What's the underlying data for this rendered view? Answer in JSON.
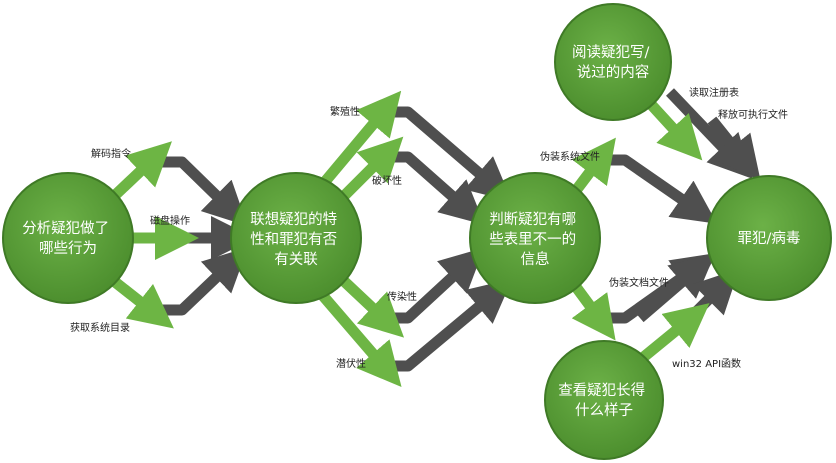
{
  "colors": {
    "circle_fill": "#5c9e3a",
    "circle_edge": "#3f7a26",
    "green_arrow": "#6db544",
    "dark_arrow": "#4f4f4f",
    "label_text": "#222222",
    "circle_text": "#ffffff"
  },
  "nodes": {
    "analyze": {
      "lines": [
        "分析疑犯做了",
        "哪些行为"
      ]
    },
    "associate": {
      "lines": [
        "联想疑犯的特",
        "性和罪犯有否",
        "有关联"
      ]
    },
    "judge": {
      "lines": [
        "判断疑犯有哪",
        "些表里不一的",
        "信息"
      ]
    },
    "read": {
      "lines": [
        "阅读疑犯写/",
        "说过的内容"
      ]
    },
    "look": {
      "lines": [
        "查看疑犯长得",
        "什么样子"
      ]
    },
    "criminal": {
      "lines": [
        "罪犯/病毒"
      ]
    }
  },
  "edge_labels": {
    "decode": "解码指令",
    "disk": "磁盘操作",
    "dir": "获取系统目录",
    "breed": "繁殖性",
    "destroy": "破坏性",
    "infect": "传染性",
    "latent": "潜伏性",
    "fake_file": "伪装系统文件",
    "fake_doc": "伪装文档文件",
    "registry": "读取注册表",
    "exe": "释放可执行文件",
    "api": "win32 API函数"
  }
}
